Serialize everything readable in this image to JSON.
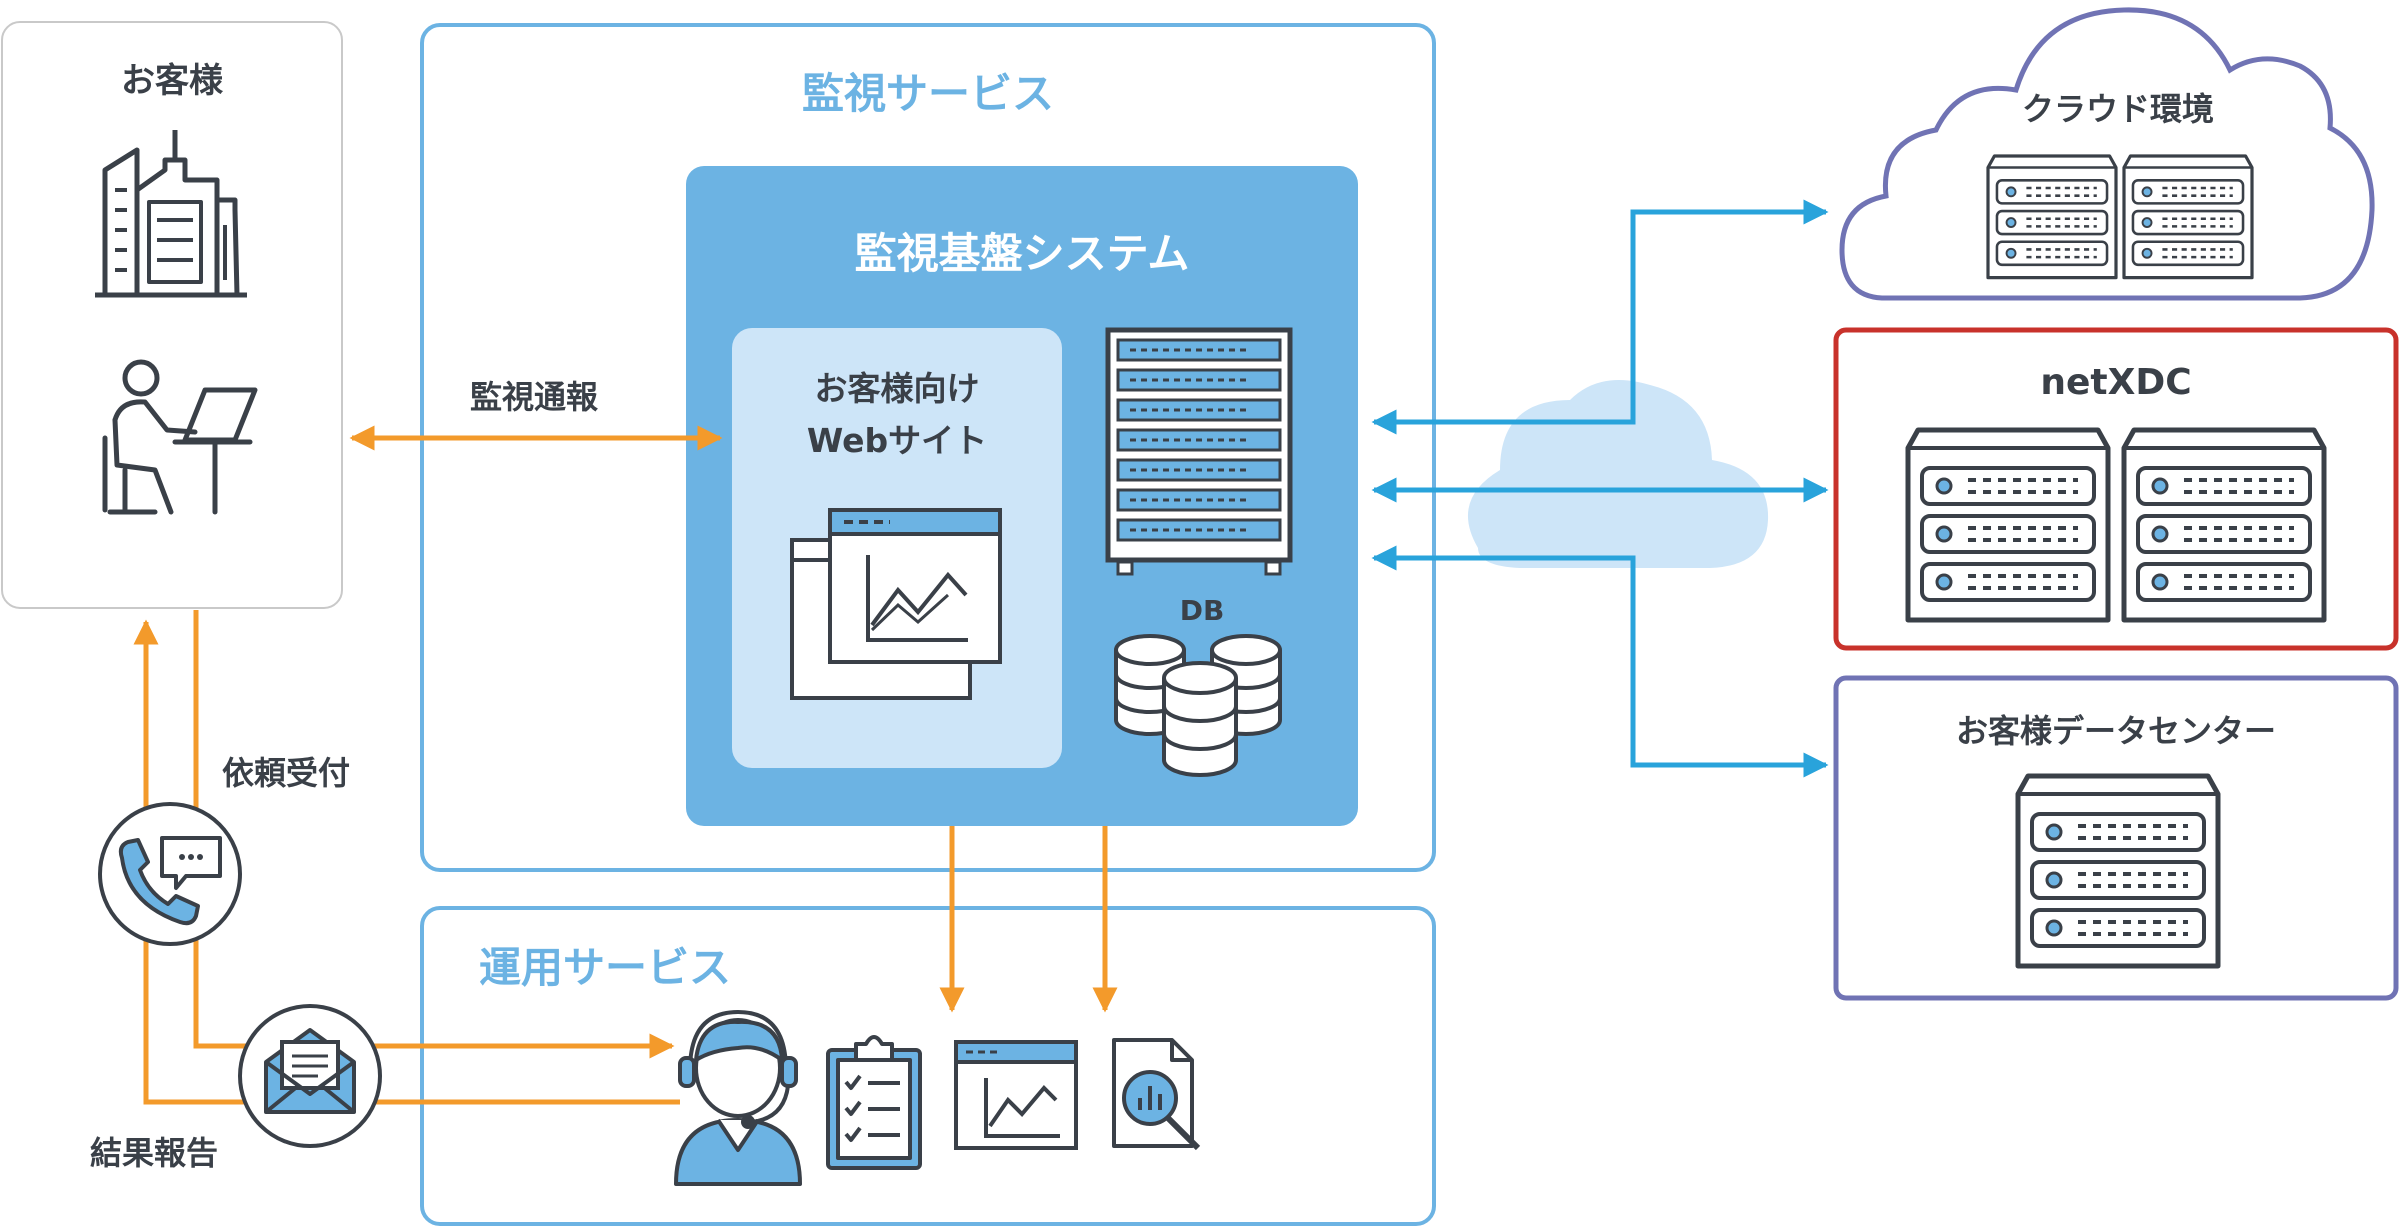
{
  "customer": {
    "title": "お客様"
  },
  "monitoring_service": {
    "title": "監視サービス"
  },
  "monitoring_platform": {
    "title": "監視基盤システム",
    "website_line1": "お客様向け",
    "website_line2": "Webサイト",
    "db_label": "DB"
  },
  "operation_service": {
    "title": "運用サービス"
  },
  "flows": {
    "monitoring_report": "監視通報",
    "request_reception": "依頼受付",
    "result_report": "結果報告"
  },
  "targets": {
    "cloud": "クラウド環境",
    "netxdc": "netXDC",
    "customer_dc": "お客様データセンター"
  },
  "colors": {
    "service_border": "#6cb3e3",
    "platform_fill": "#6cb3e3",
    "website_fill": "#cde5f8",
    "flow_orange": "#f39a2b",
    "flow_blue": "#29a3db",
    "cloud_border": "#7073b4",
    "netxdc_border": "#c8322b",
    "icon_stroke": "#3a4048"
  }
}
